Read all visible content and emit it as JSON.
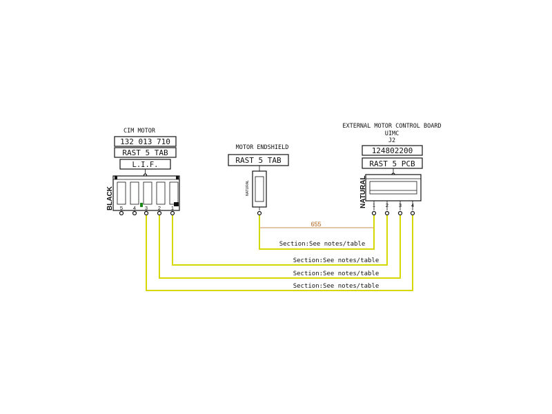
{
  "cim_motor": {
    "title": "CIM MOTOR",
    "part_number": "132 013 710",
    "connector": "RAST 5 TAB",
    "lif_label": "L.I.F.",
    "color_label": "BLACK",
    "pins": [
      "5",
      "4",
      "3",
      "2",
      "1"
    ]
  },
  "motor_endshield": {
    "title": "MOTOR ENDSHIELD",
    "connector": "RAST 5 TAB",
    "color_label": "NATURAL"
  },
  "control_board": {
    "title": "EXTERNAL MOTOR CONTROL BOARD",
    "subtitle": "UIMC",
    "connector_id": "J2",
    "part_number": "124802200",
    "connector": "RAST 5 PCB",
    "color_label": "NATURAL",
    "pins": [
      "1",
      "2",
      "3",
      "4"
    ]
  },
  "dimension": {
    "value": "655"
  },
  "wires": {
    "labels": [
      "Section:See notes/table",
      "Section:See notes/table",
      "Section:See notes/table",
      "Section:See notes/table"
    ]
  },
  "colors": {
    "wire": "#d6d600",
    "dimension": "#b5651d",
    "pin_highlight": "#1b8a1b",
    "ink": "#111111"
  }
}
